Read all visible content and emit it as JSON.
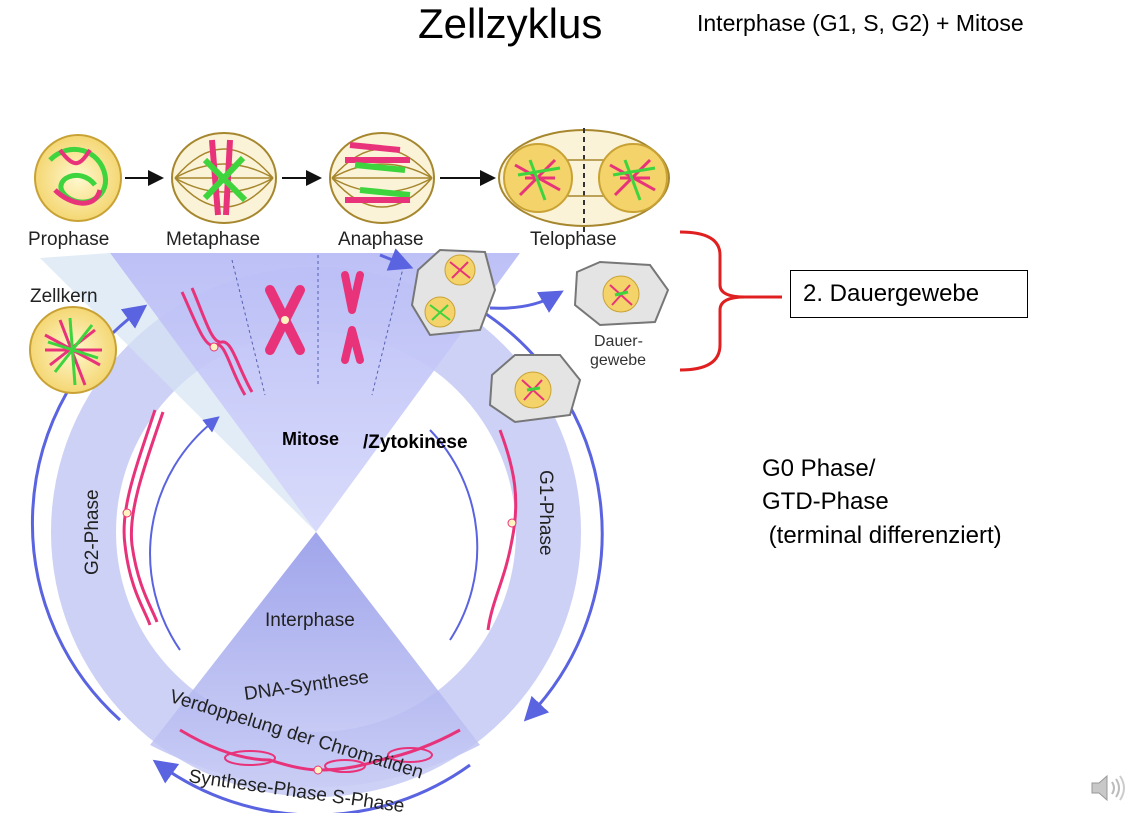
{
  "title": "Zellzyklus",
  "subtitle": "Interphase (G1, S, G2)  + Mitose",
  "mitosis_stages": [
    "Prophase",
    "Metaphase",
    "Anaphase",
    "Telophase"
  ],
  "nucleus_label": "Zellkern",
  "permanent_tissue_label_line1": "Dauer-",
  "permanent_tissue_label_line2": "gewebe",
  "box_label": "2. Dauergewebe",
  "g0_lines": [
    "G0 Phase/",
    "GTD-Phase",
    " (terminal differenziert)"
  ],
  "cycle": {
    "mitosis_label_1": "Mitose",
    "mitosis_label_2": "/Zytokinese",
    "g1_label": "G1-Phase",
    "g2_label": "G2-Phase",
    "interphase_label": "Interphase",
    "dna_synthesis": "DNA-Synthese",
    "chromatid_doubling": "Verdoppelung der Chromatiden",
    "s_phase": "Synthese-Phase  S-Phase"
  },
  "colors": {
    "ring": "#c9cdf5",
    "ring_dark": "#8f95e8",
    "arrow": "#5a63e0",
    "chromosome": "#e8337a",
    "spindle": "#a6872e",
    "bracket": "#e02020"
  },
  "icons": [
    "speaker-icon"
  ]
}
